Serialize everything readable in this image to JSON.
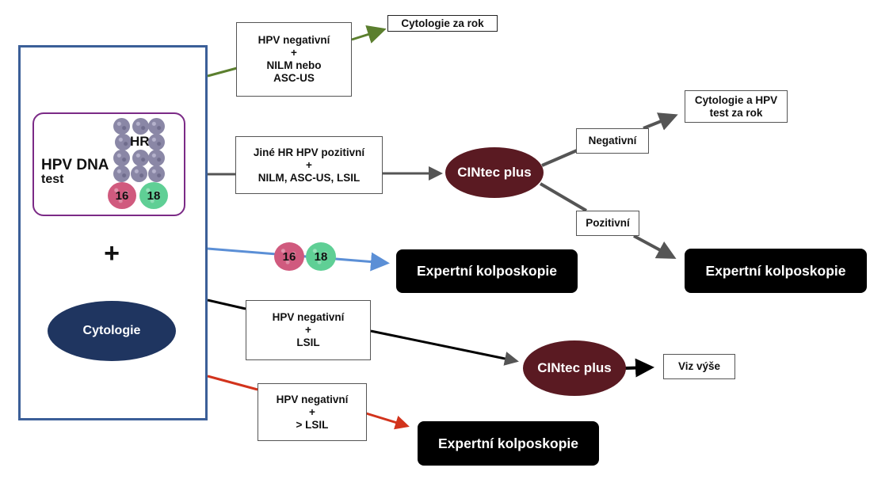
{
  "colors": {
    "outer_border": "#3b5f98",
    "dna_border": "#7b2a86",
    "cytology_fill": "#1f3560",
    "cintec_fill": "#5a1a22",
    "expert_fill": "#000000",
    "arrow_green": "#5b7f2e",
    "arrow_gray": "#555555",
    "arrow_blue": "#5b8fd6",
    "arrow_black": "#000000",
    "arrow_red": "#d2331c",
    "hpv16": "#d05a7e",
    "hpv18": "#5fcf95"
  },
  "left_panel": {
    "dna_test_title": "HPV DNA",
    "dna_test_subtitle": "test",
    "hr_label": "HR",
    "type16": "16",
    "type18": "18",
    "plus": "+",
    "cytology": "Cytologie"
  },
  "branch1": {
    "condition_line1": "HPV negativní",
    "condition_plus": "+",
    "condition_line2": "NILM nebo",
    "condition_line3": "ASC-US",
    "outcome": "Cytologie za rok"
  },
  "branch2": {
    "condition_line1": "Jiné HR HPV pozitivní",
    "condition_plus": "+",
    "condition_line2": "NILM, ASC-US, LSIL",
    "test": "CINtec plus",
    "negative_label": "Negativní",
    "negative_outcome_line1": "Cytologie a HPV",
    "negative_outcome_line2": "test za rok",
    "positive_label": "Pozitivní",
    "positive_outcome": "Expertní kolposkopie"
  },
  "branch3": {
    "type16": "16",
    "type18": "18",
    "outcome": "Expertní kolposkopie"
  },
  "branch4": {
    "condition_line1": "HPV negativní",
    "condition_plus": "+",
    "condition_line2": "LSIL",
    "test": "CINtec plus",
    "outcome": "Viz výše"
  },
  "branch5": {
    "condition_line1": "HPV negativní",
    "condition_plus": "+",
    "condition_line2": "> LSIL",
    "outcome": "Expertní kolposkopie"
  }
}
